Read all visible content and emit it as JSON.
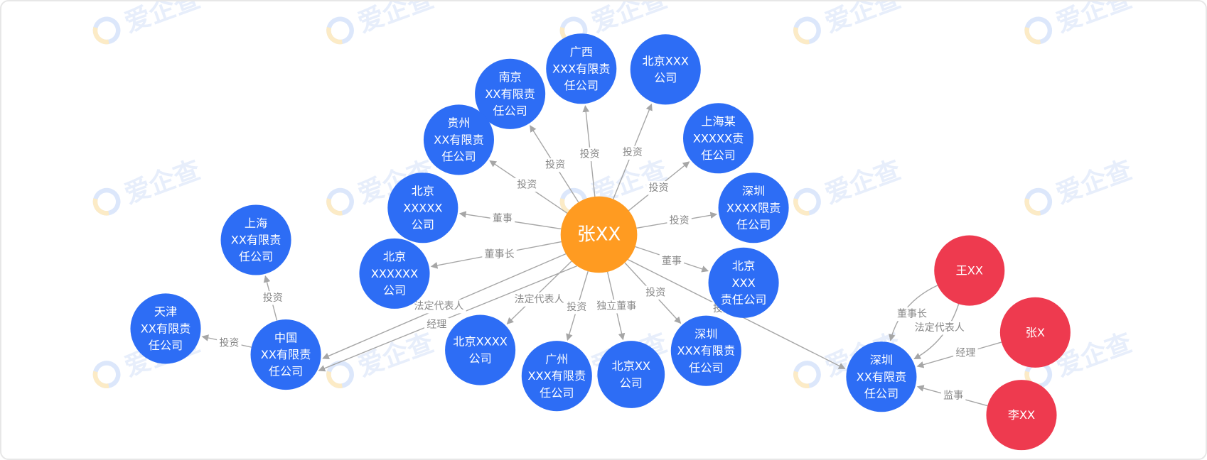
{
  "watermark": "爱企查",
  "colors": {
    "edge": "#A6A6A6",
    "edge_label": "#888888",
    "node_text": "#FFFFFF",
    "center": "#FF9B21",
    "company": "#2D6DF5",
    "person": "#EE3A4F"
  },
  "graph": {
    "nodes": [
      {
        "lines": [
          "张XX"
        ],
        "color": "#FF9B21"
      },
      {
        "lines": [
          "广西",
          "XXX有限责",
          "任公司"
        ],
        "color": "#2D6DF5"
      },
      {
        "lines": [
          "北京XXX",
          "公司"
        ],
        "color": "#2D6DF5"
      },
      {
        "lines": [
          "南京",
          "XX有限责",
          "任公司"
        ],
        "color": "#2D6DF5"
      },
      {
        "lines": [
          "上海某",
          "XXXXX责",
          "任公司"
        ],
        "color": "#2D6DF5"
      },
      {
        "lines": [
          "贵州",
          "XX有限责",
          "任公司"
        ],
        "color": "#2D6DF5"
      },
      {
        "lines": [
          "北京",
          "XXXXX",
          "公司"
        ],
        "color": "#2D6DF5"
      },
      {
        "lines": [
          "深圳",
          "XXXX限责",
          "任公司"
        ],
        "color": "#2D6DF5"
      },
      {
        "lines": [
          "北京",
          "XXXXXX",
          "公司"
        ],
        "color": "#2D6DF5"
      },
      {
        "lines": [
          "北京",
          "XXX",
          "责任公司"
        ],
        "color": "#2D6DF5"
      },
      {
        "lines": [
          "北京XXXX",
          "公司"
        ],
        "color": "#2D6DF5"
      },
      {
        "lines": [
          "广州",
          "XXX有限责",
          "任公司"
        ],
        "color": "#2D6DF5"
      },
      {
        "lines": [
          "北京XX",
          "公司"
        ],
        "color": "#2D6DF5"
      },
      {
        "lines": [
          "深圳",
          "XXX有限责",
          "任公司"
        ],
        "color": "#2D6DF5"
      },
      {
        "lines": [
          "上海",
          "XX有限责",
          "任公司"
        ],
        "color": "#2D6DF5"
      },
      {
        "lines": [
          "天津",
          "XX有限责",
          "任公司"
        ],
        "color": "#2D6DF5"
      },
      {
        "lines": [
          "中国",
          "XX有限责",
          "任公司"
        ],
        "color": "#2D6DF5"
      },
      {
        "lines": [
          "深圳",
          "XX有限责",
          "任公司"
        ],
        "color": "#2D6DF5"
      },
      {
        "lines": [
          "王XX"
        ],
        "color": "#EE3A4F"
      },
      {
        "lines": [
          "张X"
        ],
        "color": "#EE3A4F"
      },
      {
        "lines": [
          "李XX"
        ],
        "color": "#EE3A4F"
      }
    ],
    "edges": [
      {
        "from": 0,
        "to": 1,
        "label": "投资"
      },
      {
        "from": 0,
        "to": 2,
        "label": "投资"
      },
      {
        "from": 0,
        "to": 3,
        "label": "投资"
      },
      {
        "from": 0,
        "to": 5,
        "label": "投资"
      },
      {
        "from": 0,
        "to": 4,
        "label": "投资"
      },
      {
        "from": 0,
        "to": 6,
        "label": "董事"
      },
      {
        "from": 0,
        "to": 7,
        "label": "投资"
      },
      {
        "from": 0,
        "to": 8,
        "label": "董事长"
      },
      {
        "from": 0,
        "to": 9,
        "label": "董事"
      },
      {
        "from": 0,
        "to": 13,
        "label": "投资"
      },
      {
        "from": 0,
        "to": 17,
        "label": "投资"
      },
      {
        "from": 0,
        "to": 16,
        "label": "法定代表人"
      },
      {
        "from": 0,
        "to": 16,
        "label": "经理"
      },
      {
        "from": 0,
        "to": 10,
        "label": "法定代表人"
      },
      {
        "from": 0,
        "to": 11,
        "label": "投资"
      },
      {
        "from": 0,
        "to": 12,
        "label": "独立董事"
      },
      {
        "from": 16,
        "to": 14,
        "label": "投资"
      },
      {
        "from": 16,
        "to": 15,
        "label": "投资"
      },
      {
        "from": 18,
        "to": 17,
        "label": "董事长"
      },
      {
        "from": 18,
        "to": 17,
        "label": "法定代表人"
      },
      {
        "from": 19,
        "to": 17,
        "label": "经理"
      },
      {
        "from": 20,
        "to": 17,
        "label": "监事"
      }
    ]
  }
}
